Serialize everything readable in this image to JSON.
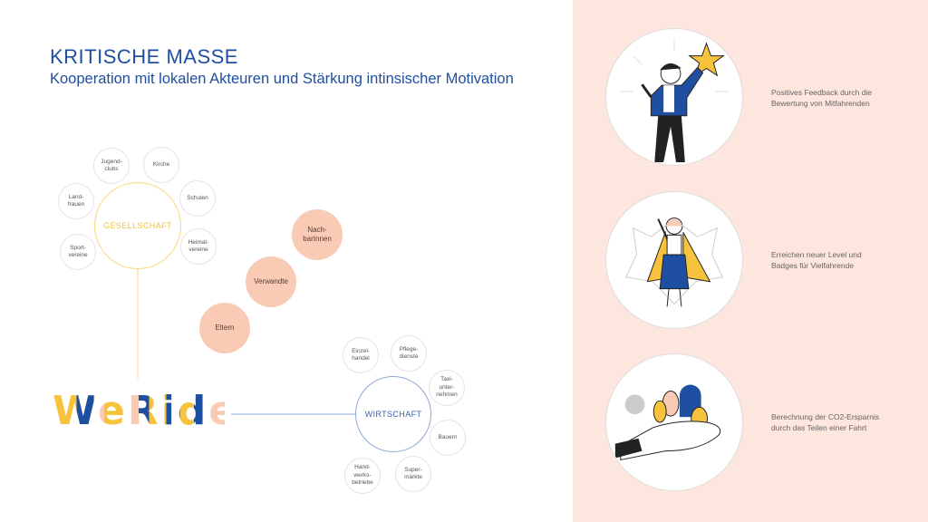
{
  "header": {
    "title": "KRITISCHE MASSE",
    "subtitle": "Kooperation mit lokalen Akteuren und Stärkung intinsischer Motivation"
  },
  "gesellschaft": {
    "label": "GESELLSCHAFT",
    "items": [
      "Jugend-\nclubs",
      "Kirche",
      "Land-\nfrauen",
      "Schulen",
      "Sport-\nvereine",
      "Heimat-\nvereine"
    ]
  },
  "personal": [
    "Nach-\nbarInnen",
    "Verwandte",
    "Eltern"
  ],
  "wirtschaft": {
    "label": "WIRTSCHAFT",
    "items": [
      "Einzel-\nhandel",
      "Pflege-\ndienste",
      "Taxi-\nunter-\nnehmen",
      "Bauern",
      "Hand-\nwerks-\nbetriebe",
      "Super-\nmärkte"
    ]
  },
  "logo": {
    "text": "WeRide"
  },
  "features": [
    {
      "icon": "star-person-illustration",
      "text": "Positives Feedback durch die\nBewertung von Mitfahrenden"
    },
    {
      "icon": "hero-badge-illustration",
      "text": "Erreichen neuer Level und\nBadges für Vielfahrende"
    },
    {
      "icon": "hand-trees-illustration",
      "text": "Berechnung der CO2-Ersparnis\ndurch das Teilen einer Fahrt"
    }
  ],
  "colors": {
    "blue": "#1f4fa0",
    "yellow": "#f7c23c",
    "peach": "#f9cbb5",
    "panel": "#fce6dd"
  }
}
